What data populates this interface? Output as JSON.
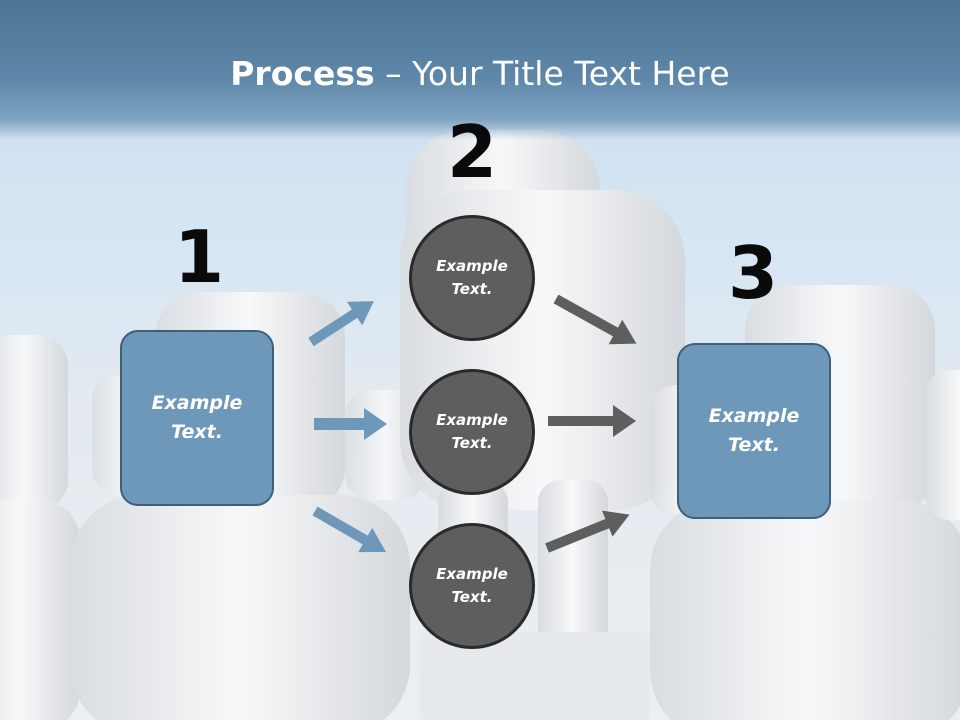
{
  "slide": {
    "title_bold": "Process",
    "title_rest": " – Your Title Text Here",
    "numbers": [
      "1",
      "2",
      "3"
    ],
    "left_box": {
      "line1": "Example",
      "line2": "Text."
    },
    "right_box": {
      "line1": "Example",
      "line2": "Text."
    },
    "circles": [
      {
        "line1": "Example",
        "line2": "Text."
      },
      {
        "line1": "Example",
        "line2": "Text."
      },
      {
        "line1": "Example",
        "line2": "Text."
      }
    ]
  },
  "colors": {
    "header": "#5d86a8",
    "box_fill": "#6e98b9",
    "box_border": "#3e5f7a",
    "circle_fill": "#5e5e5e",
    "circle_border": "#2a2a2a",
    "blue_arrow": "#6e98b9",
    "gray_arrow": "#5e5e5e",
    "number_text": "#0a0a0a"
  }
}
